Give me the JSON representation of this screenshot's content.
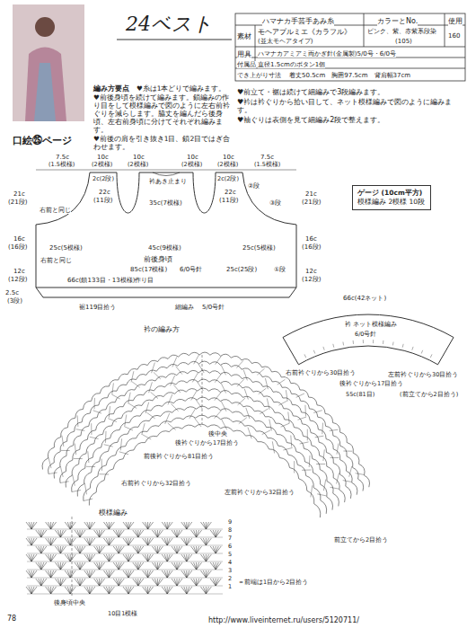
{
  "diagram": {
    "title": "24ベスト",
    "nodes": [
      {
        "text": [
          "ゲージ (10cm平方)",
          "模様編み 2模様 10段"
        ]
      }
    ],
    "labels": [
      "口絵㉕ページ",
      "ハマナカ手芸手あみ糸",
      "カラーとNo.",
      "使用",
      "素材",
      "モヘアプルミエ《カラフル》",
      "(並太モヘアタイプ)",
      "ピンク、紫、赤紫系段染",
      "(105)",
      "160",
      "用具",
      "ハマナカアミアミ両かぎ針(金属製)5/0号・6/0号",
      "付属品",
      "直径1.5cmのボタン1個",
      "でき上がり寸法",
      "着丈50.5cm　胸囲97.5cm　背肩幅37cm",
      "編み方要点",
      "♥糸は1本どりで編みます。",
      "♥前後身頃を続けて編みます。鎖編みの作り目をして模様編みで図のように左右前衿ぐりを減らします。脇丈を編んだら後身頃、左右前身頃に分けてそれぞれ編みます。",
      "♥前後の肩を引き抜き1目、鎖2目ではぎ合わせます。",
      "♥前立て・裾は続けて細編みで3段編みます。",
      "♥衿は衿ぐりから拾い目して、ネット模様編みで図のように編みます。",
      "♥袖ぐりは表側を見て細編み2段で整えます。",
      "7.5c",
      "(1.5模様)",
      "10c",
      "(2模様)",
      "10c",
      "(2模様)",
      "10c",
      "(2模様)",
      "10c",
      "(2模様)",
      "7.5c",
      "(1.5模様)",
      "衿あき止まり",
      "2c(2段)",
      "2c(2段)",
      "22c",
      "(11段)",
      "22c",
      "(11段)",
      "35c(7模様)",
      "②段",
      "③段",
      "右前と同じ",
      "25c(5模様)",
      "45c(9模様)",
      "25c(5模様)",
      "右前と同じ",
      "前後身頃",
      "85c(17模様)",
      "6/0号針",
      "25c(25段)",
      "①段",
      "66c(鎖133目・13模様)作り目",
      "21c",
      "(21段)",
      "16c",
      "(16段)",
      "12c",
      "(12段)",
      "2.5c",
      "(3段)",
      "21c",
      "(21段)",
      "16c",
      "(16段)",
      "12c",
      "(12段)",
      "裾119目拾う",
      "細編み",
      "5/0号針",
      "66c(42ネット)",
      "衿 ネット模様編み",
      "6/0号針",
      "右前衿ぐりから30目拾う",
      "後衿ぐりから17目拾う",
      "左前衿ぐりから30目拾う",
      "55c(81目)",
      "(前立てから2目拾う)",
      "衿の編み方",
      "後中央",
      "後衿ぐりから17目拾う",
      "右前衿ぐりから32目拾う",
      "前後衿ぐりから81目拾う",
      "左前衿ぐりから32目拾う",
      "前立てから2目拾う",
      "模様編み",
      "9",
      "8",
      "7",
      "6",
      "5",
      "4",
      "3",
      "2",
      "1",
      "後身頃中央",
      "10目1模様",
      "＝前端は1目から2目拾う",
      "78",
      "http://www.liveinternet.ru/users/5120711/"
    ]
  }
}
